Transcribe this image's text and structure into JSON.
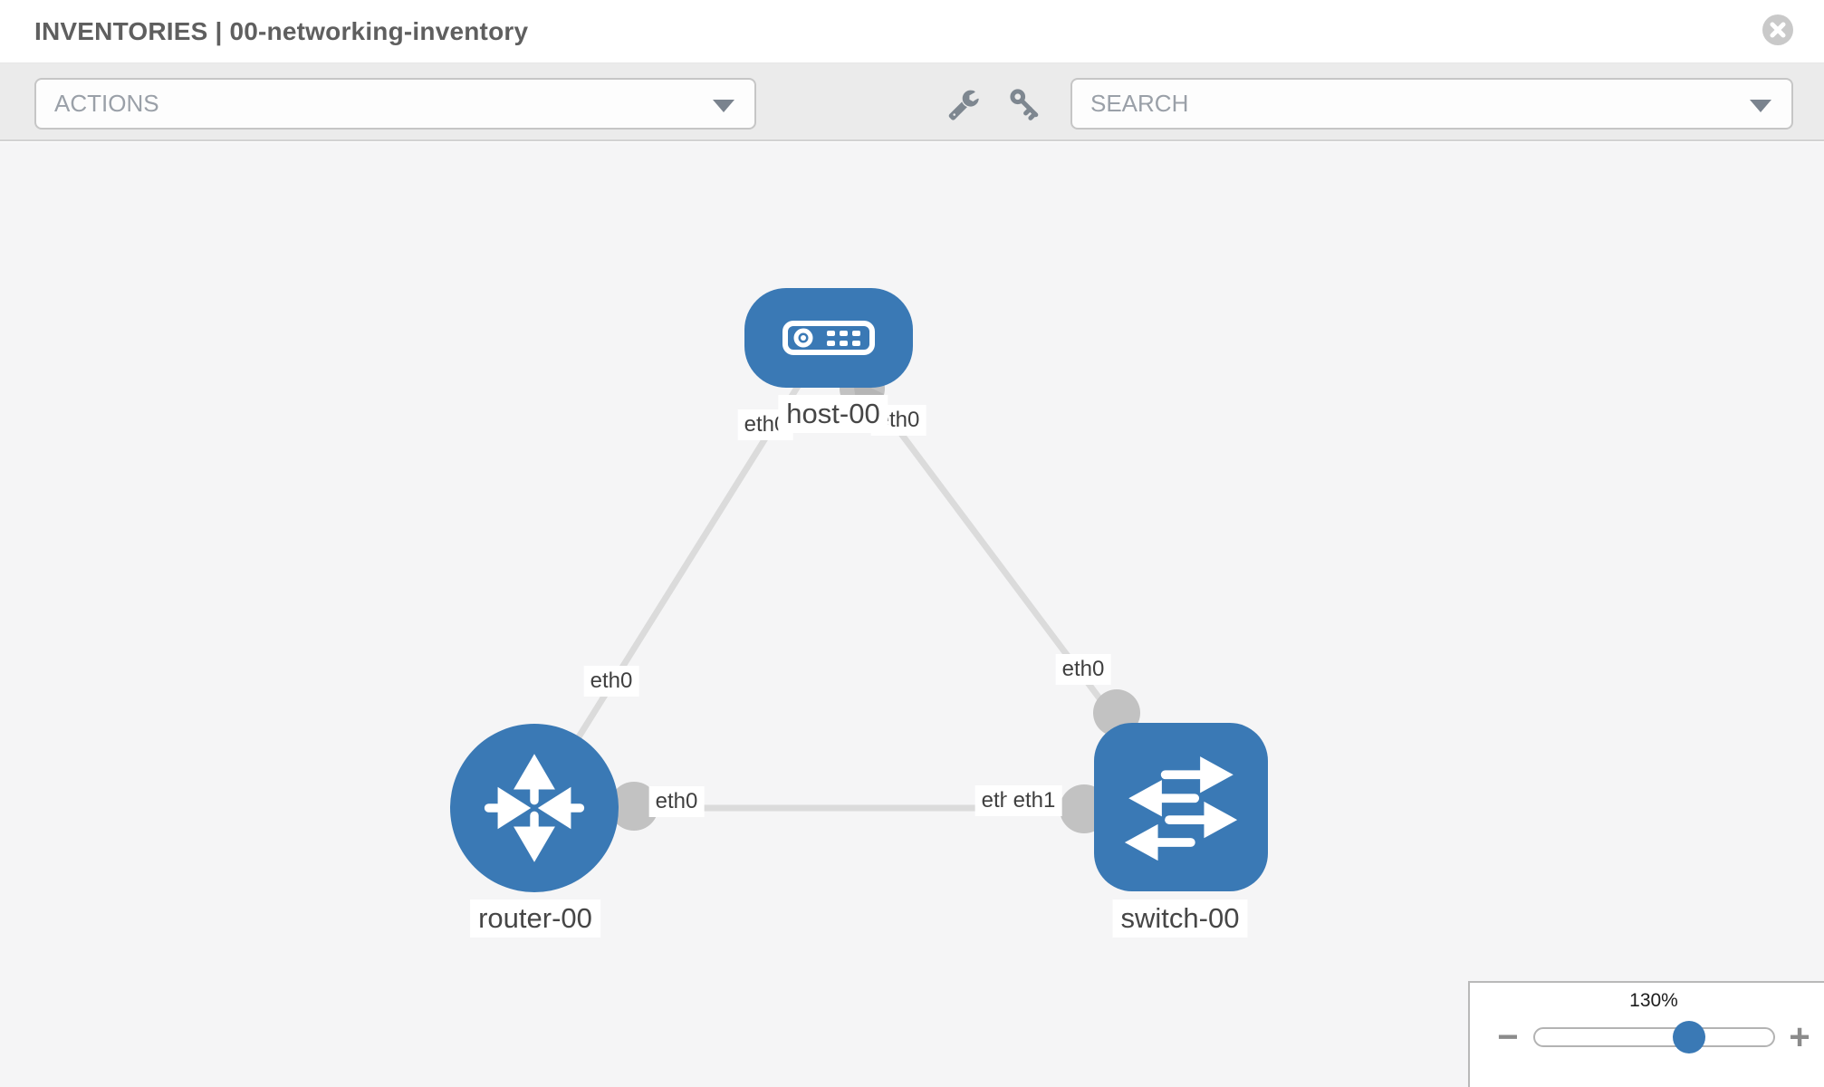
{
  "header": {
    "title": "INVENTORIES | 00-networking-inventory"
  },
  "toolbar": {
    "actions_label": "ACTIONS",
    "search_label": "SEARCH",
    "icons": [
      "wrench-icon",
      "key-icon"
    ]
  },
  "topology": {
    "nodes": [
      {
        "id": "host-00",
        "type": "host",
        "label": "host-00"
      },
      {
        "id": "router-00",
        "type": "router",
        "label": "router-00"
      },
      {
        "id": "switch-00",
        "type": "switch",
        "label": "switch-00"
      }
    ],
    "links": [
      {
        "source": "host-00",
        "target": "router-00",
        "source_interface": "eth0",
        "target_interface": "eth0"
      },
      {
        "source": "host-00",
        "target": "switch-00",
        "source_interface": "eth0",
        "target_interface": "eth0"
      },
      {
        "source": "router-00",
        "target": "switch-00",
        "source_interface": "eth0",
        "target_interface": "eth1"
      }
    ]
  },
  "canvas": {
    "occluded_interface_label": "eth0"
  },
  "zoom_control": {
    "value": "130%",
    "minus_label": "−",
    "plus_label": "+"
  },
  "colors": {
    "node_blue": "#3a79b5",
    "edge_gray": "#dbdbdb",
    "port_gray": "#c2c2c2",
    "toolbar_bg": "#ebebeb",
    "canvas_bg": "#f5f5f6",
    "muted_text": "#9aa0a8"
  }
}
